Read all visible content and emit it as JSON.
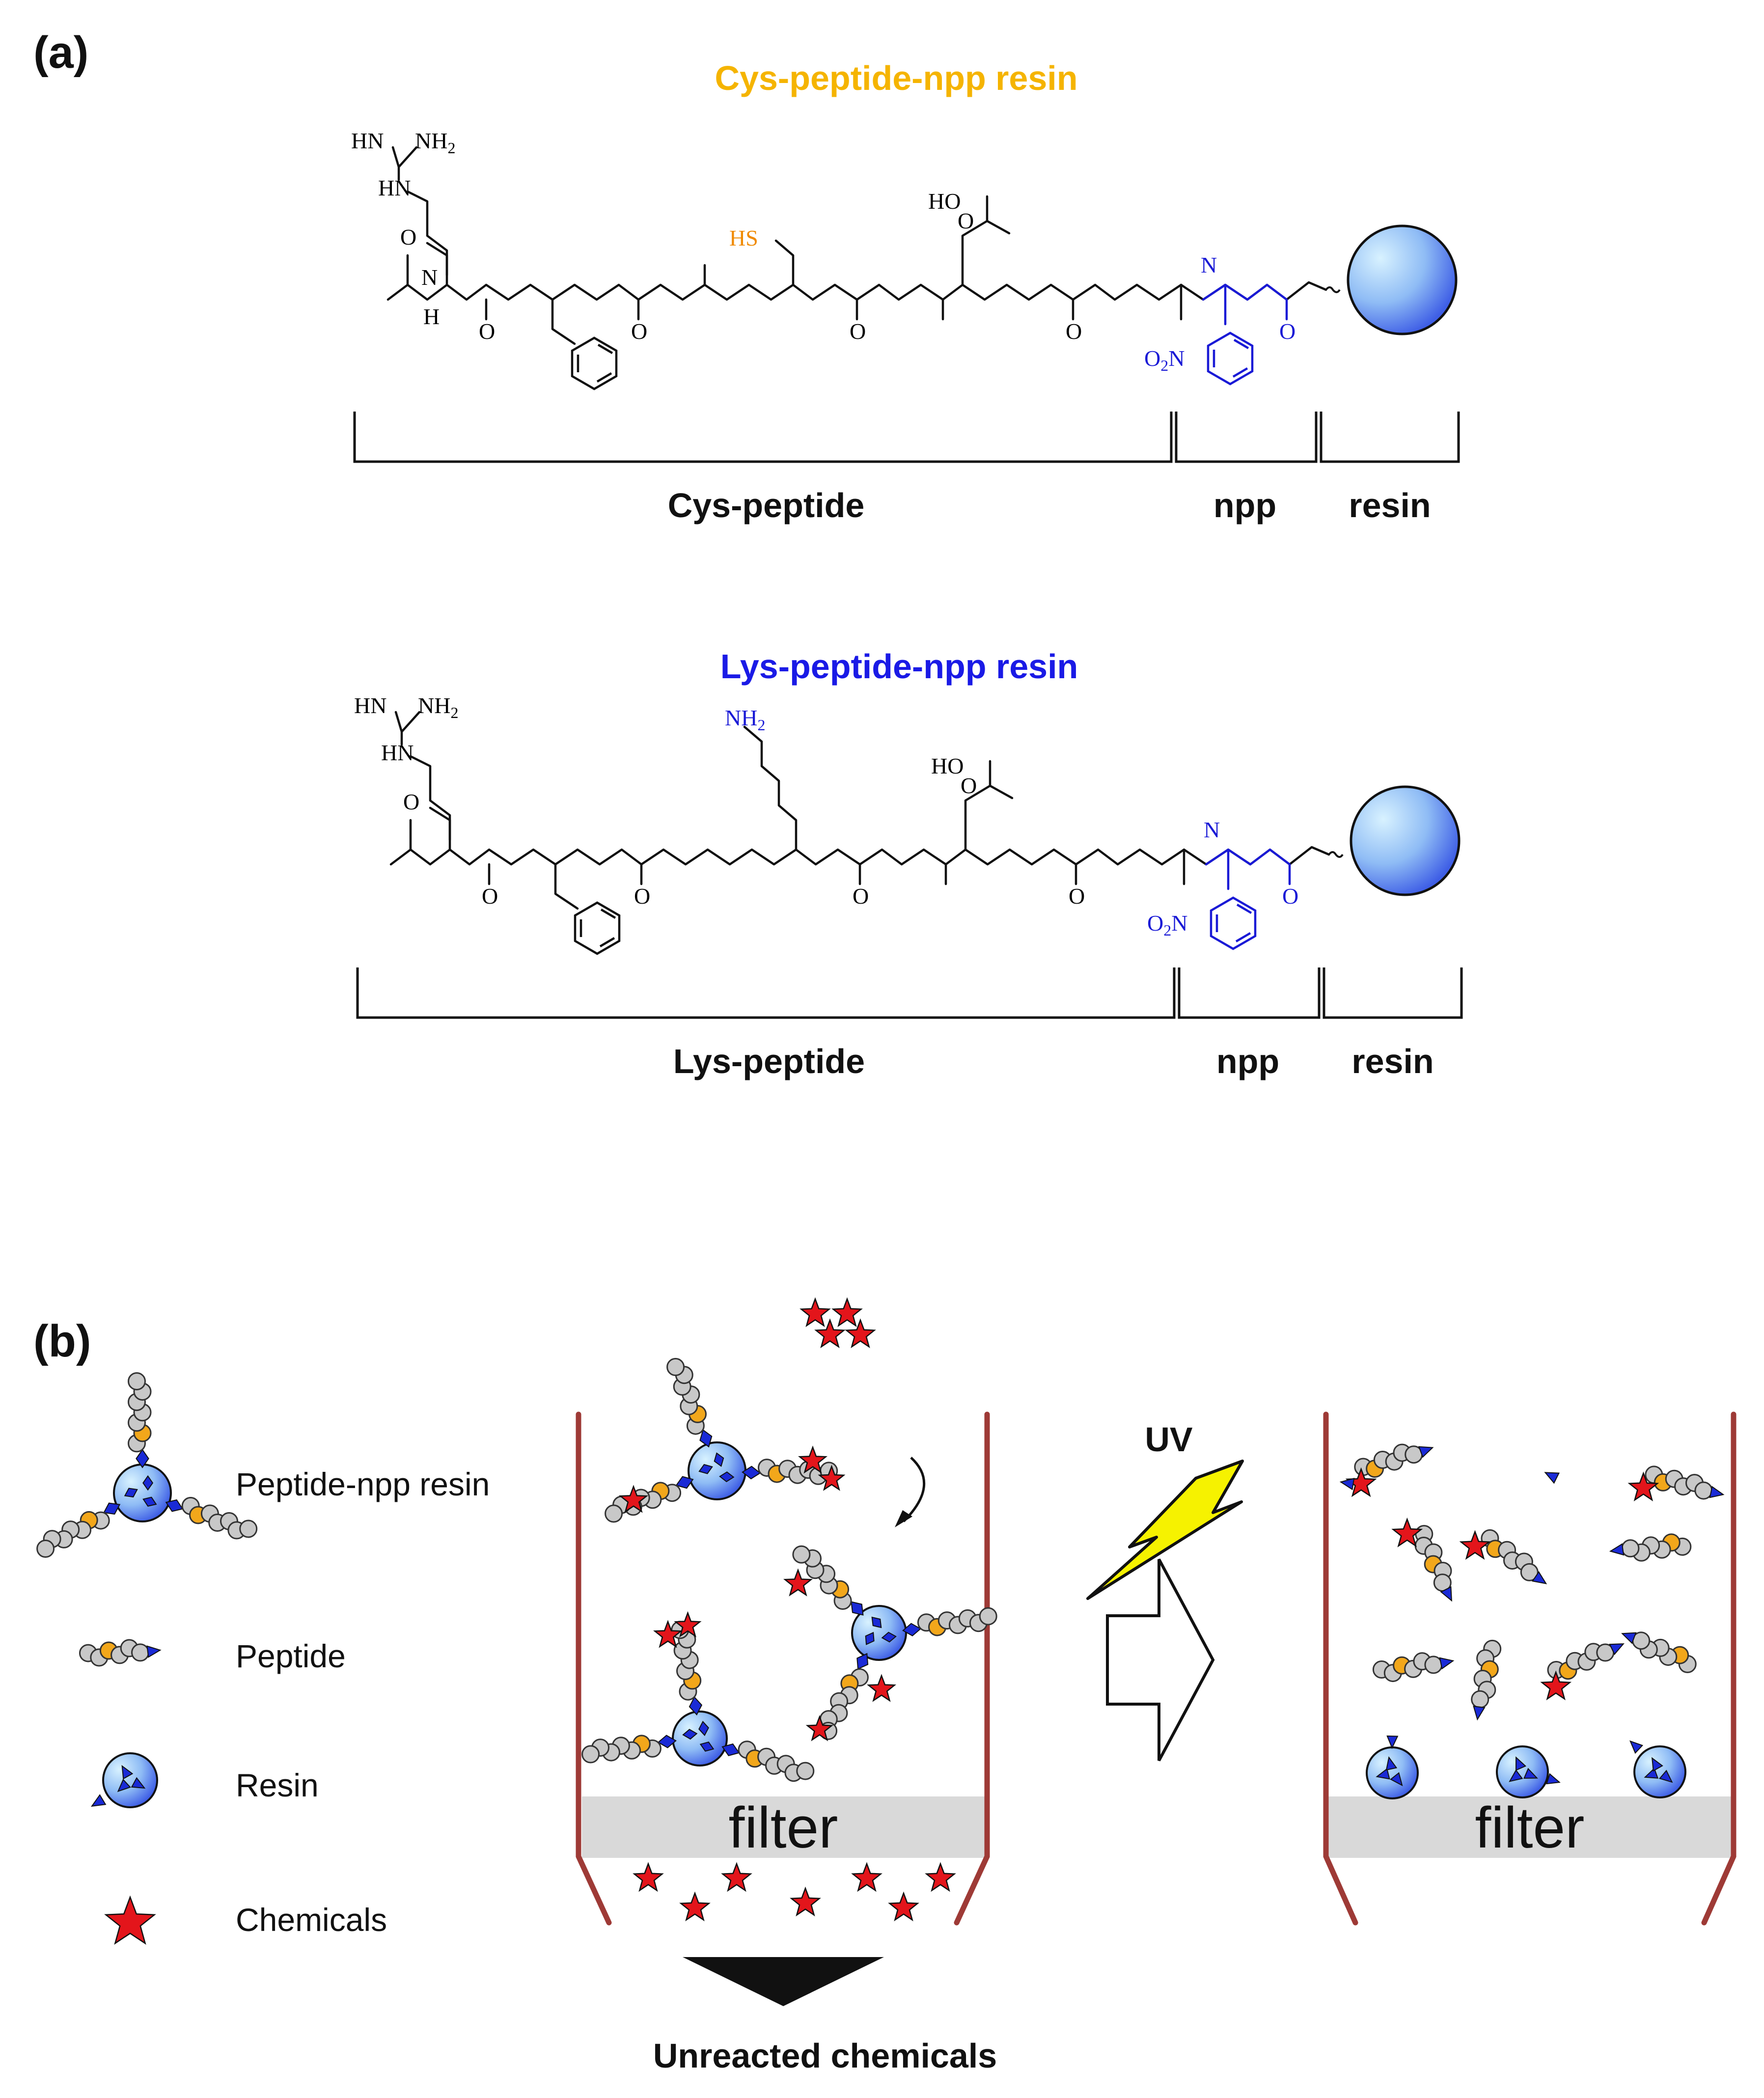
{
  "panels": {
    "a": "(a)",
    "b": "(b)"
  },
  "structures": {
    "top": {
      "title": "Cys-peptide-npp resin",
      "title_color": "#f5b400",
      "side_chain": "HS",
      "side_color": "#f08a00",
      "segments": [
        "Cys-peptide",
        "npp",
        "resin"
      ]
    },
    "bottom": {
      "title": "Lys-peptide-npp resin",
      "title_color": "#1a1ae6",
      "side_chain": "NH2",
      "side_color": "#1a1ad6",
      "segments": [
        "Lys-peptide",
        "npp",
        "resin"
      ]
    },
    "atoms": {
      "guanidine_imine": "HN",
      "guanidine_amine": "NH2",
      "amine": "HN",
      "nh": "N",
      "h": "H",
      "carbonyl": "O",
      "acid": "HO",
      "nitro": "O2N"
    }
  },
  "schematic": {
    "legend": [
      {
        "icon": "peptide-npp-resin-icon",
        "label": "Peptide-npp resin"
      },
      {
        "icon": "peptide-icon",
        "label": "Peptide"
      },
      {
        "icon": "resin-icon",
        "label": "Resin"
      },
      {
        "icon": "chemical-star-icon",
        "label": "Chemicals"
      }
    ],
    "uv_label": "UV",
    "filter_label": "filter",
    "output_label": "Unreacted chemicals",
    "colors": {
      "wall": "#9e3a36",
      "filter": "#d9d9d9",
      "star": "#e3151b",
      "resin": "#5b8ff0",
      "linker": "#1a2ad6",
      "bead": "#c8c8c8",
      "bead_highlight": "#f2a71b",
      "bolt": "#f6f200"
    }
  }
}
